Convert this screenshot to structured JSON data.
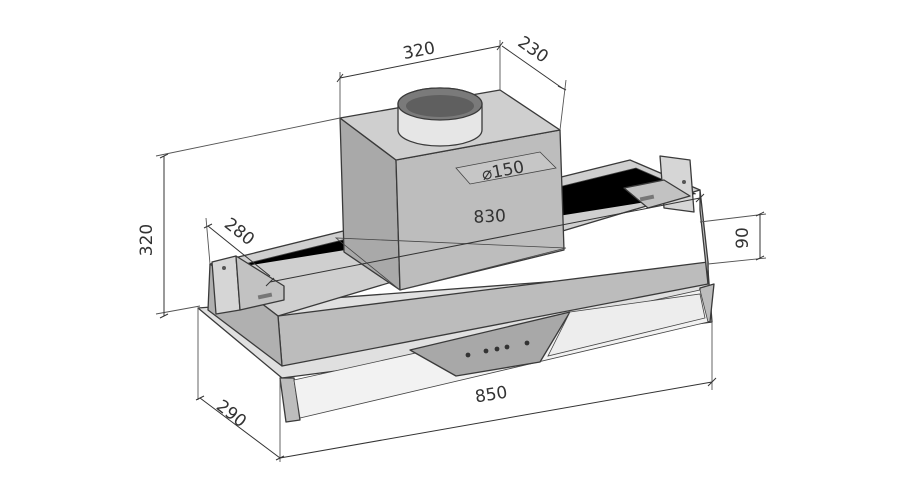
{
  "colors": {
    "background": "#ffffff",
    "body_light": "#cfcfcf",
    "body_mid": "#bdbdbd",
    "body_dark": "#a9a9a9",
    "glass": "#e8e8e8",
    "line": "#333333"
  },
  "dimensions": {
    "top_width": "320",
    "top_depth": "230",
    "total_height": "320",
    "bracket_depth": "280",
    "outlet_diameter": "⌀150",
    "body_width": "830",
    "side_height": "90",
    "front_depth": "290",
    "overall_width": "850"
  }
}
